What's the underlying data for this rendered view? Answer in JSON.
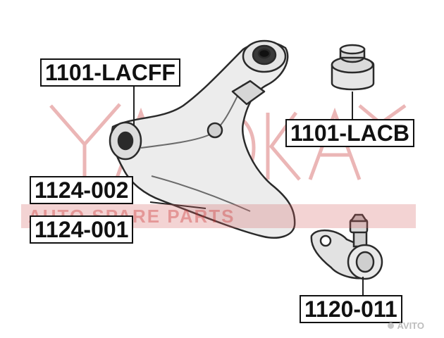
{
  "labels": {
    "lower_arm_bushing_front": "1101-LACFF",
    "lower_arm_bushing_rear": "1101-LACB",
    "control_arm_left": "1124-002",
    "control_arm_right": "1124-001",
    "ball_joint": "1120-011"
  },
  "watermark": {
    "sub_text": "AUTO SPARE PARTS",
    "color": "#c83232"
  },
  "site_mark": "AVITO",
  "colors": {
    "label_border": "#111111",
    "line": "#222222",
    "watermark": "#c83232"
  }
}
